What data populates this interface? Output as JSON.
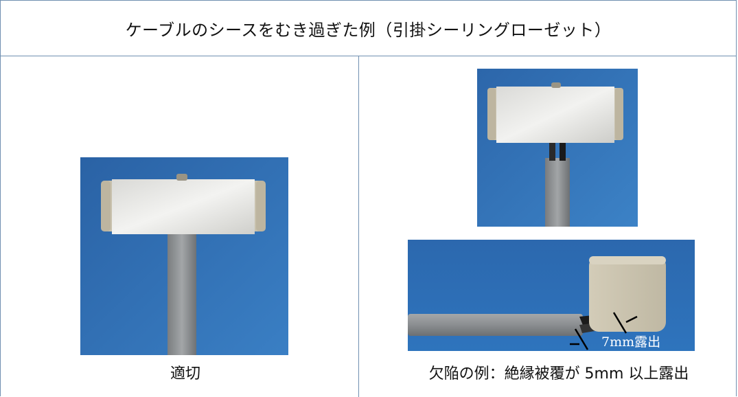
{
  "title": "ケーブルのシースをむき過ぎた例（引掛シーリングローゼット）",
  "left": {
    "caption": "適切"
  },
  "right": {
    "caption": "欠陥の例：絶縁被覆が 5mm 以上露出",
    "annotation": "7mm露出"
  },
  "colors": {
    "border": "#6f8fb0",
    "photo_background": "#2f6fb3",
    "rosette_body": "#c8c1ad",
    "rosette_face": "#e9e9e6",
    "cable": "#8f9294",
    "annotation_text": "#ffffff"
  },
  "icons": {
    "left_photo": "ceiling-rosette-photo",
    "right_top_photo": "ceiling-rosette-photo",
    "right_bottom_photo": "ceiling-rosette-side-photo"
  }
}
